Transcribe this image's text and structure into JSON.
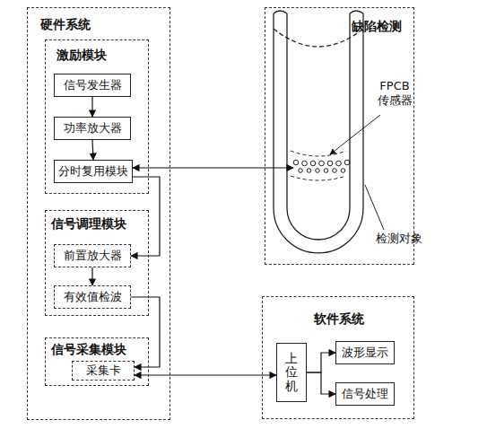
{
  "diagram": {
    "nodes": [
      {
        "text": [
          "硬件系统"
        ]
      },
      {
        "text": [
          "激励模块"
        ],
        "in": 0
      },
      {
        "text": [
          "信号发生器"
        ],
        "in": 1
      },
      {
        "text": [
          "功率放大器"
        ],
        "in": 1
      },
      {
        "text": [
          "分时复用模块"
        ],
        "in": 1
      },
      {
        "text": [
          "信号调理模块"
        ],
        "in": 0
      },
      {
        "text": [
          "前置放大器"
        ],
        "in": 5
      },
      {
        "text": [
          "有效值检波"
        ],
        "in": 5
      },
      {
        "text": [
          "信号采集模块"
        ],
        "in": 0
      },
      {
        "text": [
          "采集卡"
        ],
        "in": 8
      },
      {
        "text": [
          "缺陷检测"
        ]
      },
      {
        "text": [
          "软件系统"
        ]
      },
      {
        "text": [
          "上位机"
        ],
        "in": 11
      },
      {
        "text": [
          "波形显示"
        ],
        "in": 11
      },
      {
        "text": [
          "信号处理"
        ],
        "in": 11
      }
    ],
    "edges": [
      {
        "from": 2,
        "to": 3,
        "arrow": "to"
      },
      {
        "from": 3,
        "to": 4,
        "arrow": "to"
      },
      {
        "from": 4,
        "to": 10,
        "arrow": "both"
      },
      {
        "from": 4,
        "to": 6,
        "arrow": "to"
      },
      {
        "from": 6,
        "to": 7,
        "arrow": "to"
      },
      {
        "from": 7,
        "to": 9,
        "arrow": "to"
      },
      {
        "from": 9,
        "to": 12,
        "arrow": "both"
      },
      {
        "from": 12,
        "to": 13,
        "arrow": "to"
      },
      {
        "from": 12,
        "to": 14,
        "arrow": "to"
      }
    ],
    "labels": [
      "FPCB 传感器",
      "检测对象"
    ]
  }
}
